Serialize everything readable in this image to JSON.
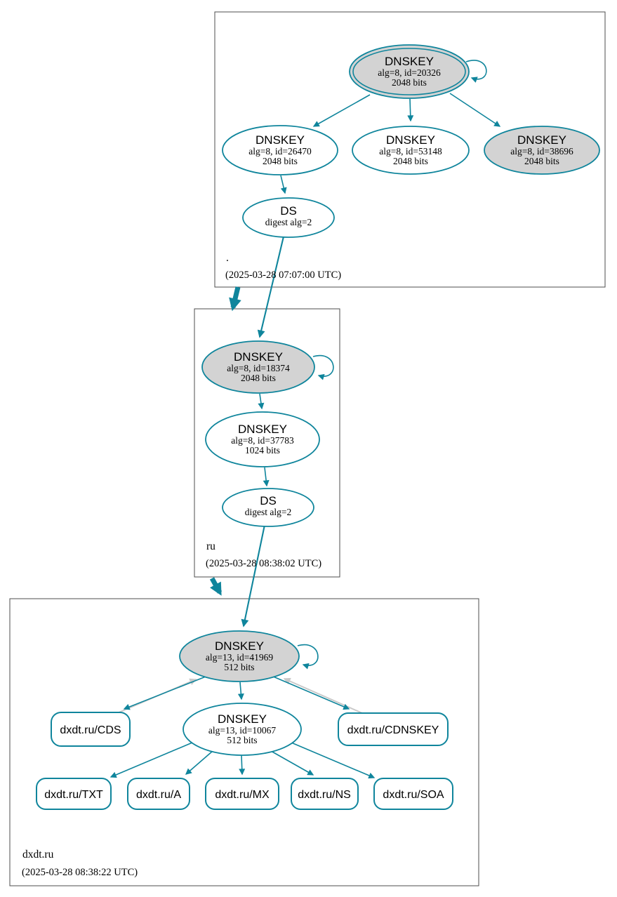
{
  "diagram_type": "dnssec-authentication-chain-graph",
  "colors": {
    "secure_teal": "#0f859c",
    "insecure_gray_arrow": "#c9c9c9",
    "ksk_fill": "#d3d3d3",
    "zsk_fill": "#ffffff",
    "zone_box_border": "#4c4c4c",
    "text": "#000000"
  },
  "zones": [
    {
      "label": ".",
      "timestamp": "(2025-03-28 07:07:00 UTC)",
      "nodes": {
        "ksk": {
          "title": "DNSKEY",
          "detail1": "alg=8, id=20326",
          "detail2": "2048 bits",
          "style": "gray-double-border-trust-anchor-self-loop"
        },
        "zsk_a": {
          "title": "DNSKEY",
          "detail1": "alg=8, id=26470",
          "detail2": "2048 bits",
          "style": "white"
        },
        "zsk_b": {
          "title": "DNSKEY",
          "detail1": "alg=8, id=53148",
          "detail2": "2048 bits",
          "style": "white"
        },
        "ksk_b": {
          "title": "DNSKEY",
          "detail1": "alg=8, id=38696",
          "detail2": "2048 bits",
          "style": "gray"
        },
        "ds": {
          "title": "DS",
          "detail1": "digest alg=2",
          "style": "white"
        }
      }
    },
    {
      "label": "ru",
      "timestamp": "(2025-03-28 08:38:02 UTC)",
      "nodes": {
        "ksk": {
          "title": "DNSKEY",
          "detail1": "alg=8, id=18374",
          "detail2": "2048 bits",
          "style": "gray-self-loop"
        },
        "zsk": {
          "title": "DNSKEY",
          "detail1": "alg=8, id=37783",
          "detail2": "1024 bits",
          "style": "white"
        },
        "ds": {
          "title": "DS",
          "detail1": "digest alg=2",
          "style": "white"
        }
      }
    },
    {
      "label": "dxdt.ru",
      "timestamp": "(2025-03-28 08:38:22 UTC)",
      "nodes": {
        "ksk": {
          "title": "DNSKEY",
          "detail1": "alg=13, id=41969",
          "detail2": "512 bits",
          "style": "gray-self-loop"
        },
        "zsk": {
          "title": "DNSKEY",
          "detail1": "alg=13, id=10067",
          "detail2": "512 bits",
          "style": "white"
        },
        "cds": {
          "label": "dxdt.ru/CDS"
        },
        "cdnskey": {
          "label": "dxdt.ru/CDNSKEY"
        },
        "txt": {
          "label": "dxdt.ru/TXT"
        },
        "a": {
          "label": "dxdt.ru/A"
        },
        "mx": {
          "label": "dxdt.ru/MX"
        },
        "ns": {
          "label": "dxdt.ru/NS"
        },
        "soa": {
          "label": "dxdt.ru/SOA"
        }
      }
    }
  ],
  "edges": [
    {
      "from": "root.ksk",
      "to": "root.ksk",
      "type": "self-sign"
    },
    {
      "from": "root.ksk",
      "to": "root.zsk_a",
      "type": "signs"
    },
    {
      "from": "root.ksk",
      "to": "root.zsk_b",
      "type": "signs"
    },
    {
      "from": "root.ksk",
      "to": "root.ksk_b",
      "type": "signs"
    },
    {
      "from": "root.zsk_a",
      "to": "root.ds",
      "type": "signs"
    },
    {
      "from": "root.ds",
      "to": "ru.ksk",
      "type": "ds-digest"
    },
    {
      "from": "root",
      "to": "ru",
      "type": "delegation-thick"
    },
    {
      "from": "ru.ksk",
      "to": "ru.ksk",
      "type": "self-sign"
    },
    {
      "from": "ru.ksk",
      "to": "ru.zsk",
      "type": "signs"
    },
    {
      "from": "ru.zsk",
      "to": "ru.ds",
      "type": "signs"
    },
    {
      "from": "ru.ds",
      "to": "dxdt.ksk",
      "type": "ds-digest"
    },
    {
      "from": "ru",
      "to": "dxdt.ru",
      "type": "delegation-thick"
    },
    {
      "from": "dxdt.ksk",
      "to": "dxdt.ksk",
      "type": "self-sign"
    },
    {
      "from": "dxdt.ksk",
      "to": "dxdt.cds",
      "type": "signs"
    },
    {
      "from": "dxdt.cds",
      "to": "dxdt.ksk",
      "type": "gray-back-edge"
    },
    {
      "from": "dxdt.ksk",
      "to": "dxdt.zsk",
      "type": "signs"
    },
    {
      "from": "dxdt.ksk",
      "to": "dxdt.cdnskey",
      "type": "signs"
    },
    {
      "from": "dxdt.cdnskey",
      "to": "dxdt.ksk",
      "type": "gray-back-edge"
    },
    {
      "from": "dxdt.zsk",
      "to": "dxdt.txt",
      "type": "signs"
    },
    {
      "from": "dxdt.zsk",
      "to": "dxdt.a",
      "type": "signs"
    },
    {
      "from": "dxdt.zsk",
      "to": "dxdt.mx",
      "type": "signs"
    },
    {
      "from": "dxdt.zsk",
      "to": "dxdt.ns",
      "type": "signs"
    },
    {
      "from": "dxdt.zsk",
      "to": "dxdt.soa",
      "type": "signs"
    }
  ]
}
